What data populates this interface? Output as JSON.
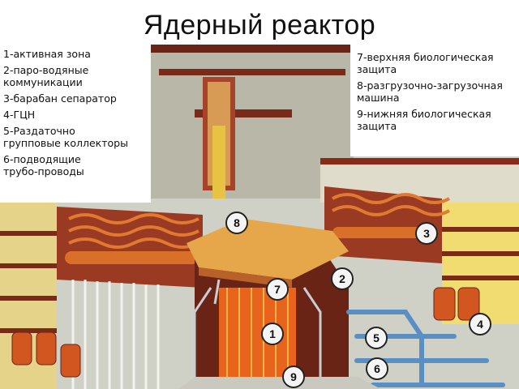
{
  "title": "Ядерный реактор",
  "legend_left": [
    {
      "num": "1",
      "text": "1-активная зона"
    },
    {
      "num": "2",
      "text": "2-паро-водяные\nкоммуникации"
    },
    {
      "num": "3",
      "text": "3-барабан сепаратор"
    },
    {
      "num": "4",
      "text": "4-ГЦН"
    },
    {
      "num": "5",
      "text": "5-Раздаточно\n групповые коллекторы"
    },
    {
      "num": "6",
      "text": "6-подводящие\n трубо-проводы"
    }
  ],
  "legend_right": [
    {
      "num": "7",
      "text": "7-верхняя биологическая\nзащита"
    },
    {
      "num": "8",
      "text": "8-разгрузочно-загрузочная\nмашина"
    },
    {
      "num": "9",
      "text": "9-нижняя биологическая\nзащита"
    }
  ],
  "markers": [
    "1",
    "2",
    "3",
    "4",
    "5",
    "6",
    "7",
    "8",
    "9"
  ],
  "colors": {
    "concrete": "#f2e4a0",
    "brick": "#8a2a18",
    "steel": "#a8aeb3",
    "pipe_blue": "#5a8fc4",
    "core_orange": "#e8641c",
    "hall_grey": "#c9c9c0"
  }
}
